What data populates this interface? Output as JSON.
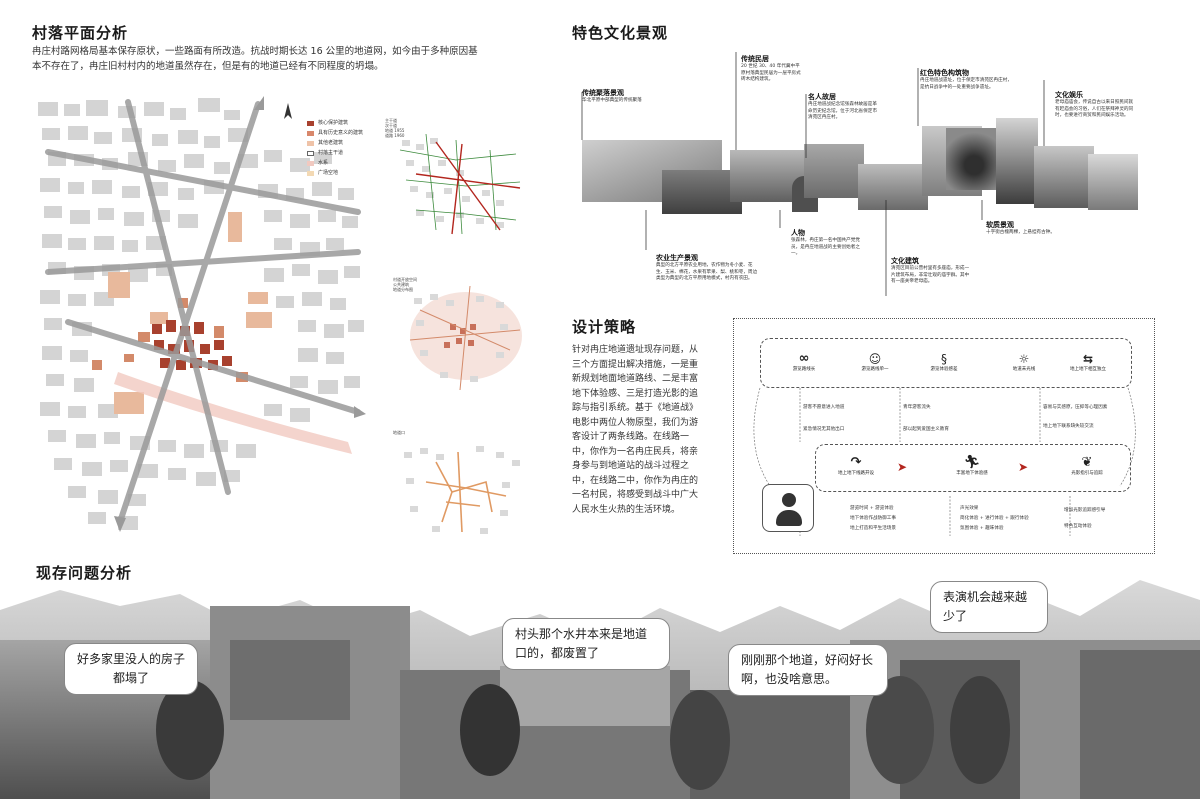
{
  "village_plan": {
    "title": "村落平面分析",
    "description": "冉庄村路网格局基本保存原状，一些路面有所改造。抗战时期长达 16 公里的地道网，如今由于多种原因基本不存在了，冉庄旧村村内的地道虽然存在，但是有的地道已经有不同程度的坍塌。",
    "legend": [
      "核心保护建筑",
      "具有历史意义的建筑",
      "其他老建筑",
      "村落主干道",
      "水系",
      "广场空地"
    ],
    "mini_legend_1": [
      "主干道",
      "次干道",
      "地道 1955",
      "道路 1960"
    ],
    "mini_legend_2": [
      "村道开放空间",
      "公共建筑",
      "地道分布图"
    ],
    "mini_legend_3": [
      "地道口"
    ]
  },
  "culture": {
    "title": "特色文化景观",
    "items": [
      {
        "title": "传统民居",
        "text": "20 世纪 30、40 年代冀中平原村落典型民居为一层平房式砖木结构建筑。"
      },
      {
        "title": "传统聚落景观",
        "text": "华北平原中部典型的传统聚落"
      },
      {
        "title": "名人故居",
        "text": "冉庄地道战纪念馆张森林故居是革命历史纪念馆，位于河北省保定市清苑区冉庄村。"
      },
      {
        "title": "红色特色构筑物",
        "text": "冉庄地道战遗址，位于保定市清苑区冉庄村，是抗日战争中的一处重要战争遗址。"
      },
      {
        "title": "文化娱乐",
        "text": "老母庙庙会，传说自古以来日照民间就有赶庙会的习俗，人们在祭拜神灵的同时，也要进行商贸和民间娱乐活动。"
      },
      {
        "title": "人物",
        "text": "张森林，冉庄第一名中国共产党党员，是冉庄地道战的主要创始者之一。"
      },
      {
        "title": "农业生产景观",
        "text": "典型的北方平原农业用地，农作物为冬小麦、花生、玉米、棉花，水果有苹果、梨、桃和枣，周边类型为典型的北方平原用地模式，村内有农田。"
      },
      {
        "title": "文化建筑",
        "text": "清苑区目前公营村里有多座庙，形成一片建筑布局，非常壮观的庙宇群。其中有一座关帝老母庙。"
      },
      {
        "title": "软质景观",
        "text": "十字街古槐两棵，上悬挂有古钟。"
      }
    ]
  },
  "strategy": {
    "title": "设计策略",
    "paragraph": "针对冉庄地道遗址现存问题，从三个方面提出解决措施，一是重新规划地面地道路线、二是丰富地下体验感、三是打造光影的追踪与指引系统。基于《地道战》电影中两位人物原型，我们为游客设计了两条线路。在线路一中，你作为一名冉庄民兵，将亲身参与到地道站的战斗过程之中，在线路二中，你作为冉庄的一名村民，将感受到战斗中广大人民水生火热的生活环境。",
    "top_icons": [
      "游览路线长",
      "游览路线单一",
      "游览体验感差",
      "地道未光线",
      "地上地下相互独立"
    ],
    "middle_notes": [
      "游客不愿意进入地道",
      "青年游客流失",
      "容易与实感原，压抑等心理因素",
      "紧急情况无其他出口",
      "部以起到爱国主义教育",
      "地上地下联系缺失较交流"
    ],
    "flow": [
      "地上地下线路开设",
      "丰富地下体验感",
      "光影指引与追踪"
    ],
    "bottom_notes": [
      "游览时间 + 游览体验",
      "地下体验作战防御工事",
      "地上打造和平生活场景",
      "声光效果",
      "简化体验 + 进行体验 + 跟行体验",
      "氛围体验 + 趣味体验",
      "增加光影追踪感引导",
      "特色互动体验"
    ]
  },
  "problems": {
    "title": "现存问题分析",
    "quotes": [
      "好多家里没人的房子都塌了",
      "村头那个水井本来是地道口的，都废置了",
      "刚刚那个地道，好闷好长啊，也没啥意思。",
      "表演机会越来越少了"
    ]
  },
  "icons": [
    "compass-north-icon",
    "infinity-icon",
    "smile-face-icon",
    "dragon-icon",
    "lightbulb-icon",
    "split-arrows-icon",
    "curve-arrow-icon",
    "running-person-icon",
    "leaf-light-icon",
    "user-avatar-icon",
    "chevron-right-icon"
  ],
  "colors": {
    "core_building": "#a8412e",
    "historic_building": "#d8876b",
    "old_building": "#efc3a8",
    "road": "#9a9a9a",
    "map_block": "#cfcfcf",
    "accent_red": "#b3261e"
  }
}
